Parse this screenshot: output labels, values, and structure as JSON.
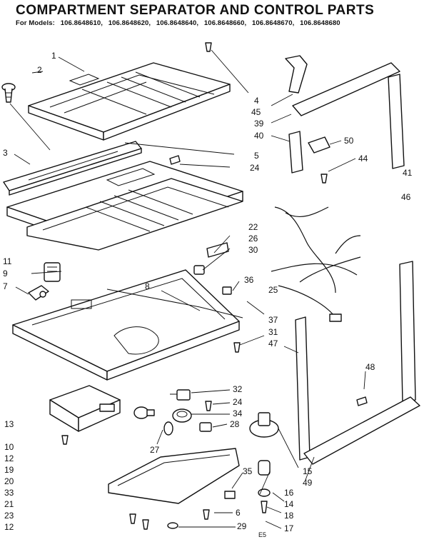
{
  "title": "COMPARTMENT SEPARATOR AND CONTROL PARTS",
  "models_prefix": "For Models:",
  "models": [
    "106.8648610,",
    "106.8648620,",
    "106.8648640,",
    "106.8648660,",
    "106.8648670,",
    "106.8648680"
  ],
  "footer_mark": "E5",
  "part_numbers": [
    "1",
    "2",
    "3",
    "4",
    "45",
    "39",
    "40",
    "50",
    "44",
    "41",
    "46",
    "5",
    "24",
    "22",
    "26",
    "30",
    "11",
    "9",
    "7",
    "36",
    "8",
    "25",
    "37",
    "31",
    "47",
    "48",
    "32",
    "24",
    "34",
    "28",
    "13",
    "10",
    "12",
    "19",
    "20",
    "33",
    "21",
    "23",
    "12",
    "27",
    "35",
    "15",
    "49",
    "16",
    "14",
    "18",
    "17",
    "6",
    "29"
  ]
}
